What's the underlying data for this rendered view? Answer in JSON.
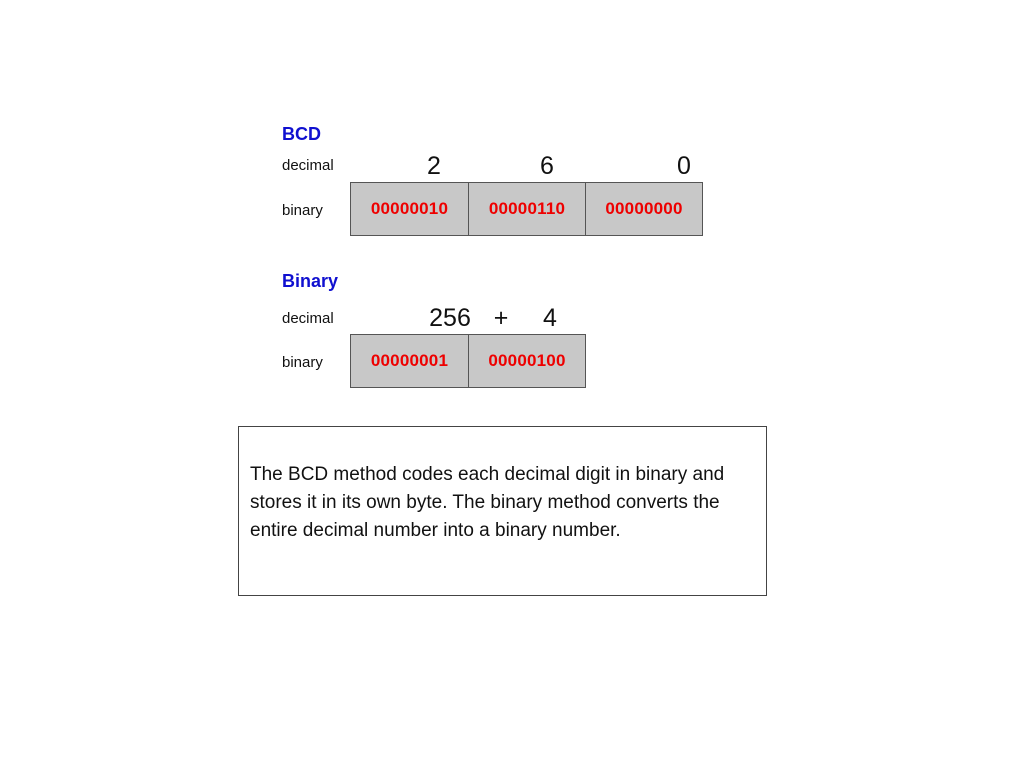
{
  "bcd": {
    "title": "BCD",
    "decimal_label": "decimal",
    "binary_label": "binary",
    "digits": [
      "2",
      "6",
      "0"
    ],
    "bytes": [
      "00000010",
      "00000110",
      "00000000"
    ]
  },
  "binary": {
    "title": "Binary",
    "decimal_label": "decimal",
    "binary_label": "binary",
    "decimal_expr": {
      "left": "256",
      "op": "+",
      "right": "4"
    },
    "bytes": [
      "00000001",
      "00000100"
    ]
  },
  "note": {
    "text": "The BCD method codes each decimal digit in binary and stores it in its own byte. The binary method converts the entire decimal number into a binary number."
  },
  "colors": {
    "heading": "#1010d0",
    "byte_text": "#ee0000",
    "cell_fill": "#c8c8c8"
  }
}
